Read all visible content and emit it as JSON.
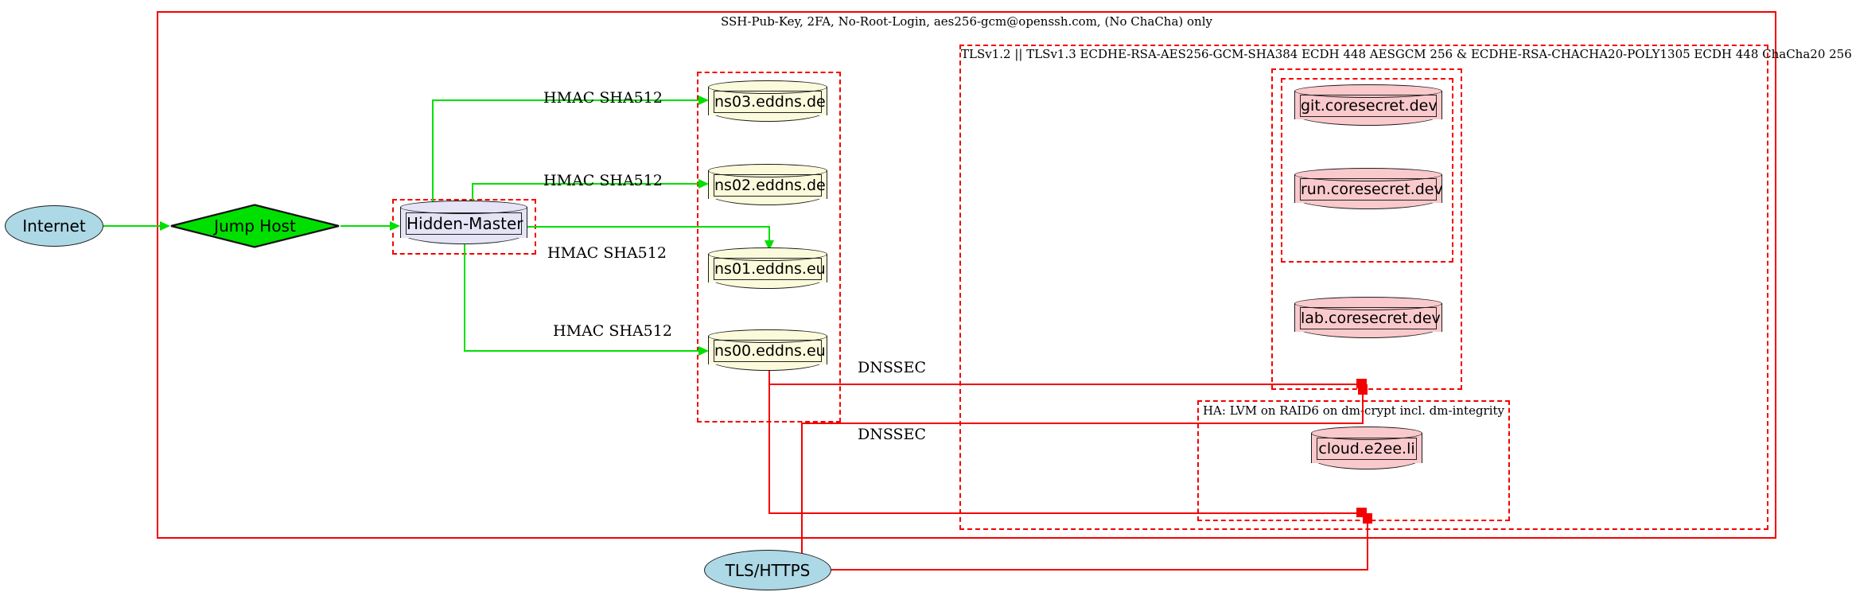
{
  "clusters": {
    "ssh": {
      "label": "SSH-Pub-Key, 2FA, No-Root-Login, aes256-gcm@openssh.com, (No ChaCha) only"
    },
    "tls": {
      "label": "TLSv1.2 || TLSv1.3 ECDHE-RSA-AES256-GCM-SHA384 ECDH 448 AESGCM 256 & ECDHE-RSA-CHACHA20-POLY1305 ECDH 448 ChaCha20 256"
    },
    "ha": {
      "label": "HA: LVM on RAID6 on dm-crypt incl. dm-integrity"
    }
  },
  "nodes": {
    "internet": {
      "label": "Internet",
      "shape": "ellipse",
      "fill": "#add8e6"
    },
    "jump_host": {
      "label": "Jump Host",
      "shape": "diamond",
      "fill": "#00e000"
    },
    "hidden_master": {
      "label": "Hidden-Master",
      "shape": "cylinder",
      "fill": "#e4e4f6"
    },
    "ns03": {
      "label": "ns03.eddns.de",
      "shape": "cylinder",
      "fill": "#fbfbdc"
    },
    "ns02": {
      "label": "ns02.eddns.de",
      "shape": "cylinder",
      "fill": "#fbfbdc"
    },
    "ns01": {
      "label": "ns01.eddns.eu",
      "shape": "cylinder",
      "fill": "#fbfbdc"
    },
    "ns00": {
      "label": "ns00.eddns.eu",
      "shape": "cylinder",
      "fill": "#fbfbdc"
    },
    "git": {
      "label": "git.coresecret.dev",
      "shape": "cylinder",
      "fill": "#fac9cc"
    },
    "run": {
      "label": "run.coresecret.dev",
      "shape": "cylinder",
      "fill": "#fac9cc"
    },
    "lab": {
      "label": "lab.coresecret.dev",
      "shape": "cylinder",
      "fill": "#fac9cc"
    },
    "cloud": {
      "label": "cloud.e2ee.li",
      "shape": "cylinder",
      "fill": "#fac9cc"
    },
    "tls_https": {
      "label": "TLS/HTTPS",
      "shape": "ellipse",
      "fill": "#add8e6"
    }
  },
  "edge_labels": {
    "hmac_ns03": "HMAC SHA512",
    "hmac_ns02": "HMAC SHA512",
    "hmac_ns01": "HMAC SHA512",
    "hmac_ns00": "HMAC SHA512",
    "dnssec_top": "DNSSEC",
    "dnssec_bottom": "DNSSEC"
  },
  "colors": {
    "secure_edge_green": "#00df00",
    "tls_edge_red": "#f40000",
    "node_blue": "#add8e6",
    "node_lavender": "#e4e4f6",
    "node_lightyellow": "#fbfbdc",
    "node_pink": "#fac9cc"
  }
}
